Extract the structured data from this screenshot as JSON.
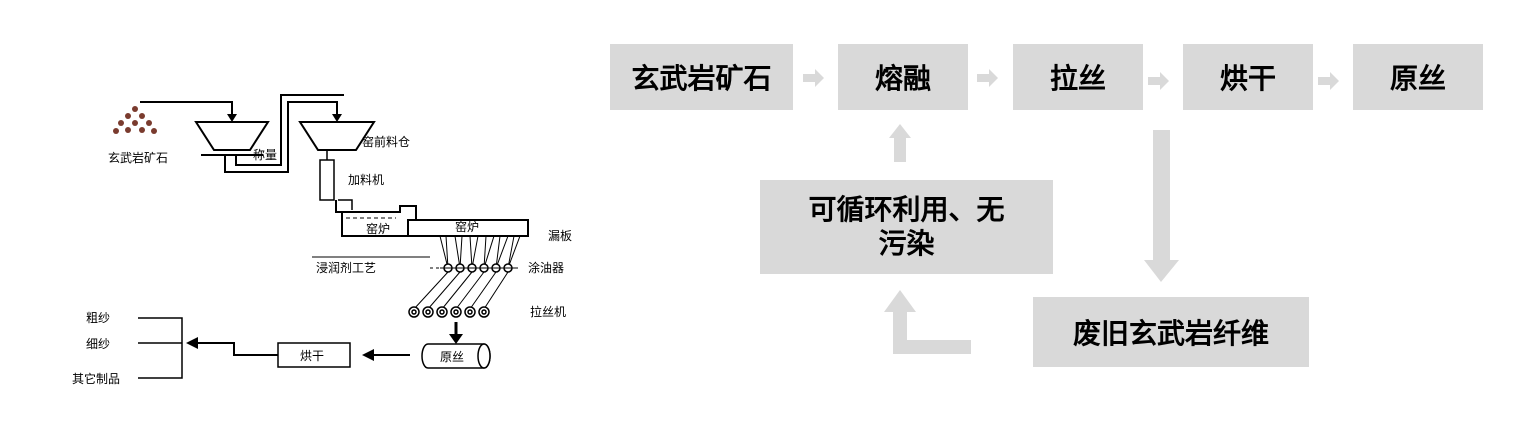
{
  "left_diagram": {
    "labels": {
      "ore": "玄武岩矿石",
      "weigh": "称量",
      "silo": "窑前料仓",
      "feeder": "加料机",
      "furnace_upper": "窑炉",
      "furnace_lower": "窑炉",
      "bushing": "漏板",
      "sizing": "浸润剂工艺",
      "oiler": "涂油器",
      "winder": "拉丝机",
      "raw_fiber": "原丝",
      "dry": "烘干",
      "roving": "粗纱",
      "fine_yarn": "细纱",
      "others": "其它制品"
    }
  },
  "flow": {
    "steps": [
      "玄武岩矿石",
      "熔融",
      "拉丝",
      "烘干",
      "原丝"
    ],
    "waste": "废旧玄武岩纤维",
    "recycle_line1": "可循环利用、无",
    "recycle_line2": "污染"
  },
  "colors": {
    "box": "#d9d9d9",
    "arrow": "#d9d9d9"
  }
}
